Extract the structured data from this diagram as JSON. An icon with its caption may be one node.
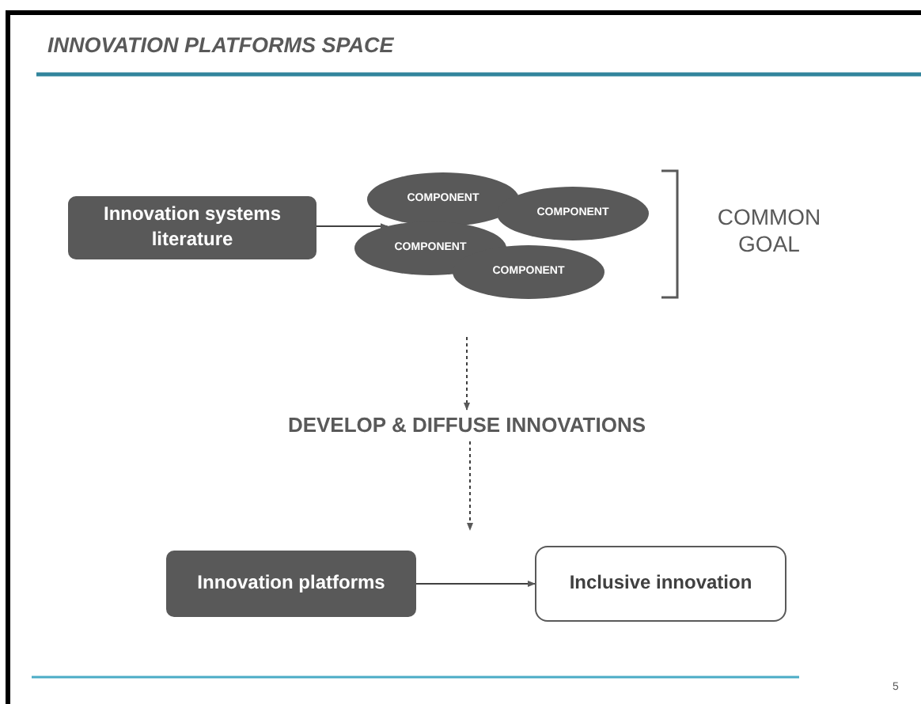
{
  "diagram": {
    "title": "INNOVATION PLATFORMS SPACE",
    "nodes": [
      {
        "text": [
          "Innovation systems literature"
        ]
      },
      {
        "text": [
          "COMPONENT"
        ]
      },
      {
        "text": [
          "COMPONENT"
        ]
      },
      {
        "text": [
          "COMPONENT"
        ]
      },
      {
        "text": [
          "COMPONENT"
        ]
      },
      {
        "text": [
          "DEVELOP & DIFFUSE INNOVATIONS"
        ]
      },
      {
        "text": [
          "Innovation platforms"
        ]
      },
      {
        "text": [
          "Inclusive innovation"
        ]
      }
    ],
    "edges": [
      {
        "from": 0,
        "to": 3,
        "arrow": "to"
      },
      {
        "from": null,
        "to": 5,
        "arrow": "to",
        "style": "dashed"
      },
      {
        "from": 5,
        "to": null,
        "arrow": "to",
        "style": "dashed"
      },
      {
        "from": 6,
        "to": 7,
        "arrow": "to"
      }
    ],
    "labels": [
      "COMMON GOAL",
      "5"
    ]
  }
}
